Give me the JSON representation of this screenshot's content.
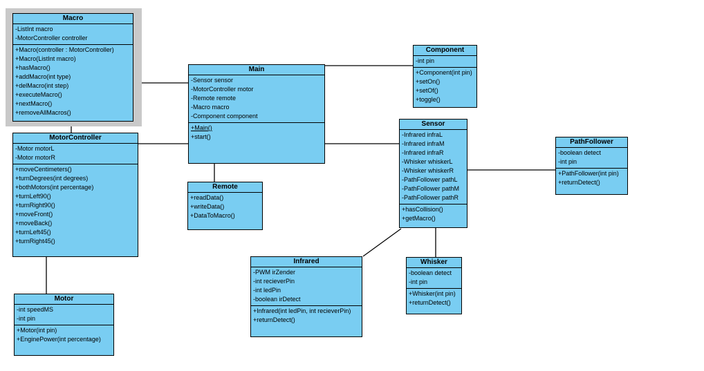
{
  "diagram": {
    "type": "uml-class-diagram",
    "class_fill_color": "#79cdf2",
    "class_border_color": "#000000",
    "selection_frame_color": "#c9c9c9",
    "background_color": "#ffffff"
  },
  "classes": {
    "macro": {
      "name": "Macro",
      "selected": true,
      "attributes": [
        "-ListInt macro",
        "-MotorController controller"
      ],
      "methods": [
        "+Macro(controller : MotorController)",
        "+Macro(ListInt macro)",
        "+hasMacro()",
        "+addMacro(int type)",
        "+delMacro(int step)",
        "+executeMacro()",
        "+nextMacro()",
        "+removeAllMacros()"
      ]
    },
    "motorcontroller": {
      "name": "MotorController",
      "attributes": [
        "-Motor motorL",
        "-Motor motorR"
      ],
      "methods": [
        "+moveCentimeters()",
        "+turnDegrees(int degrees)",
        "+bothMotors(int percentage)",
        "+turnLeft90()",
        "+turnRight90()",
        "+moveFront()",
        "+moveBack()",
        "+turnLeft45()",
        "+turnRight45()"
      ]
    },
    "motor": {
      "name": "Motor",
      "attributes": [
        "-int speedMS",
        "-int pin"
      ],
      "methods": [
        "+Motor(int pin)",
        "+EnginePower(int percentage)"
      ]
    },
    "main": {
      "name": "Main",
      "attributes": [
        "-Sensor sensor",
        "-MotorController motor",
        "-Remote remote",
        "-Macro macro",
        "-Component component"
      ],
      "methods": [
        {
          "text": "+Main()",
          "underline": true
        },
        "+start()"
      ]
    },
    "remote": {
      "name": "Remote",
      "methods": [
        "+readData()",
        "+writeData()",
        "+DataToMacro()"
      ]
    },
    "component": {
      "name": "Component",
      "attributes": [
        "-int pin"
      ],
      "methods": [
        "+Component(int pin)",
        "+setOn()",
        "+setOf()",
        "+toggle()"
      ]
    },
    "sensor": {
      "name": "Sensor",
      "attributes": [
        "-Infrared infraL",
        "-Infrared infraM",
        "-Infrared infraR",
        "-Whisker whiskerL",
        "-Whisker whiskerR",
        "-PathFollower pathL",
        "-PathFollower pathM",
        "-PathFollower pathR"
      ],
      "methods": [
        "+hasCollision()",
        "+getMacro()"
      ]
    },
    "pathfollower": {
      "name": "PathFollower",
      "attributes": [
        "-boolean detect",
        "-int pin"
      ],
      "methods": [
        "+PathFollower(int pin)",
        "+returnDetect()"
      ]
    },
    "infrared": {
      "name": "Infrared",
      "attributes": [
        "-PWM irZender",
        "-int recieverPin",
        "-int ledPin",
        "-boolean irDetect"
      ],
      "methods": [
        "+Infrared(int ledPin, int recieverPin)",
        "+returnDetect()"
      ]
    },
    "whisker": {
      "name": "Whisker",
      "attributes": [
        "-boolean detect",
        "-int pin"
      ],
      "methods": [
        "+Whisker(int pin)",
        "+returnDetect()"
      ]
    }
  },
  "relations": [
    "Macro - Main",
    "Macro - MotorController",
    "MotorController - Main",
    "MotorController - Motor",
    "Main - Remote",
    "Main - Component",
    "Main - Sensor",
    "Sensor - PathFollower",
    "Sensor - Whisker",
    "Sensor - Infrared"
  ]
}
